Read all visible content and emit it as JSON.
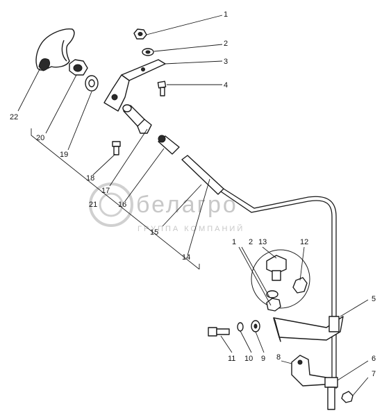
{
  "callouts": [
    {
      "id": "1",
      "label": "1"
    },
    {
      "id": "2",
      "label": "2"
    },
    {
      "id": "3",
      "label": "3"
    },
    {
      "id": "4",
      "label": "4"
    },
    {
      "id": "5",
      "label": "5"
    },
    {
      "id": "6",
      "label": "6"
    },
    {
      "id": "7",
      "label": "7"
    },
    {
      "id": "8",
      "label": "8"
    },
    {
      "id": "9",
      "label": "9"
    },
    {
      "id": "10",
      "label": "10"
    },
    {
      "id": "11",
      "label": "11"
    },
    {
      "id": "12",
      "label": "12"
    },
    {
      "id": "13",
      "label": "13"
    },
    {
      "id": "14",
      "label": "14"
    },
    {
      "id": "15",
      "label": "15"
    },
    {
      "id": "16",
      "label": "16"
    },
    {
      "id": "17",
      "label": "17"
    },
    {
      "id": "18",
      "label": "18"
    },
    {
      "id": "19",
      "label": "19"
    },
    {
      "id": "20",
      "label": "20"
    },
    {
      "id": "21",
      "label": "21"
    },
    {
      "id": "22",
      "label": "22"
    },
    {
      "id": "1b",
      "label": "1"
    },
    {
      "id": "2b",
      "label": "2"
    }
  ],
  "watermark": {
    "brand": "белагро",
    "tagline": "ГРУППА КОМПАНИЙ"
  }
}
